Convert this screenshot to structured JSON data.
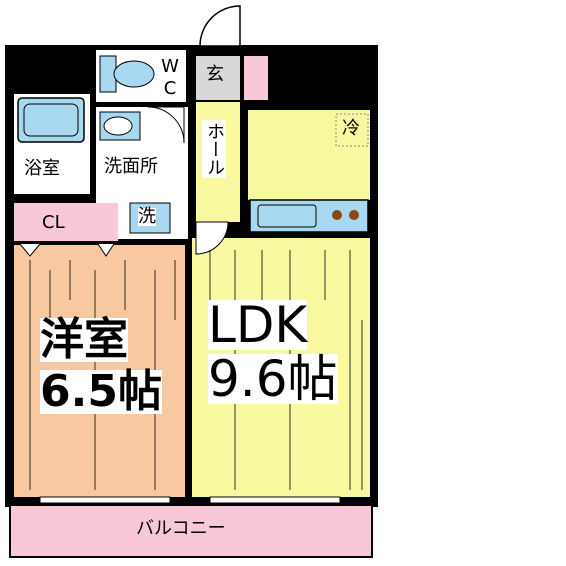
{
  "rooms": {
    "wc": "W C",
    "genkan": "玄",
    "reizoko": "冷",
    "hall": "ホール",
    "bath": "浴室",
    "washroom": "洗面所",
    "washer": "洗",
    "closet": "CL",
    "western_name": "洋室",
    "western_size": "6.5帖",
    "ldk_name": "LDK",
    "ldk_size": "9.6帖",
    "balcony": "バルコニー"
  },
  "colors": {
    "wall": "#000000",
    "western_floor": "#f8c8a0",
    "ldk_floor": "#f8f8a0",
    "wet_area": "#ffffff",
    "fixture_fill": "#a8d8f0",
    "balcony": "#f8c8d8",
    "genkan": "#d8d8d8",
    "shoe_box": "#f8c8d8"
  }
}
